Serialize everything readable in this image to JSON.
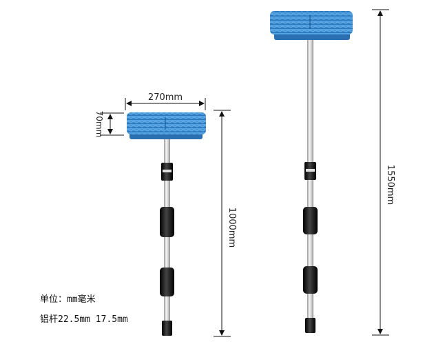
{
  "dimensions": {
    "width_label": "270mm",
    "height_label": "70mm",
    "short_length_label": "1000mm",
    "long_length_label": "1550mm"
  },
  "notes": {
    "unit": "单位：mm毫米",
    "rod": "铝杆22.5mm 17.5mm"
  },
  "colors": {
    "bristle": "#3d8fd4",
    "bristle_dark": "#1f6fb8",
    "pole": "#dcdcdc",
    "grip": "#1a1a1a",
    "dimension_line": "#111111"
  }
}
